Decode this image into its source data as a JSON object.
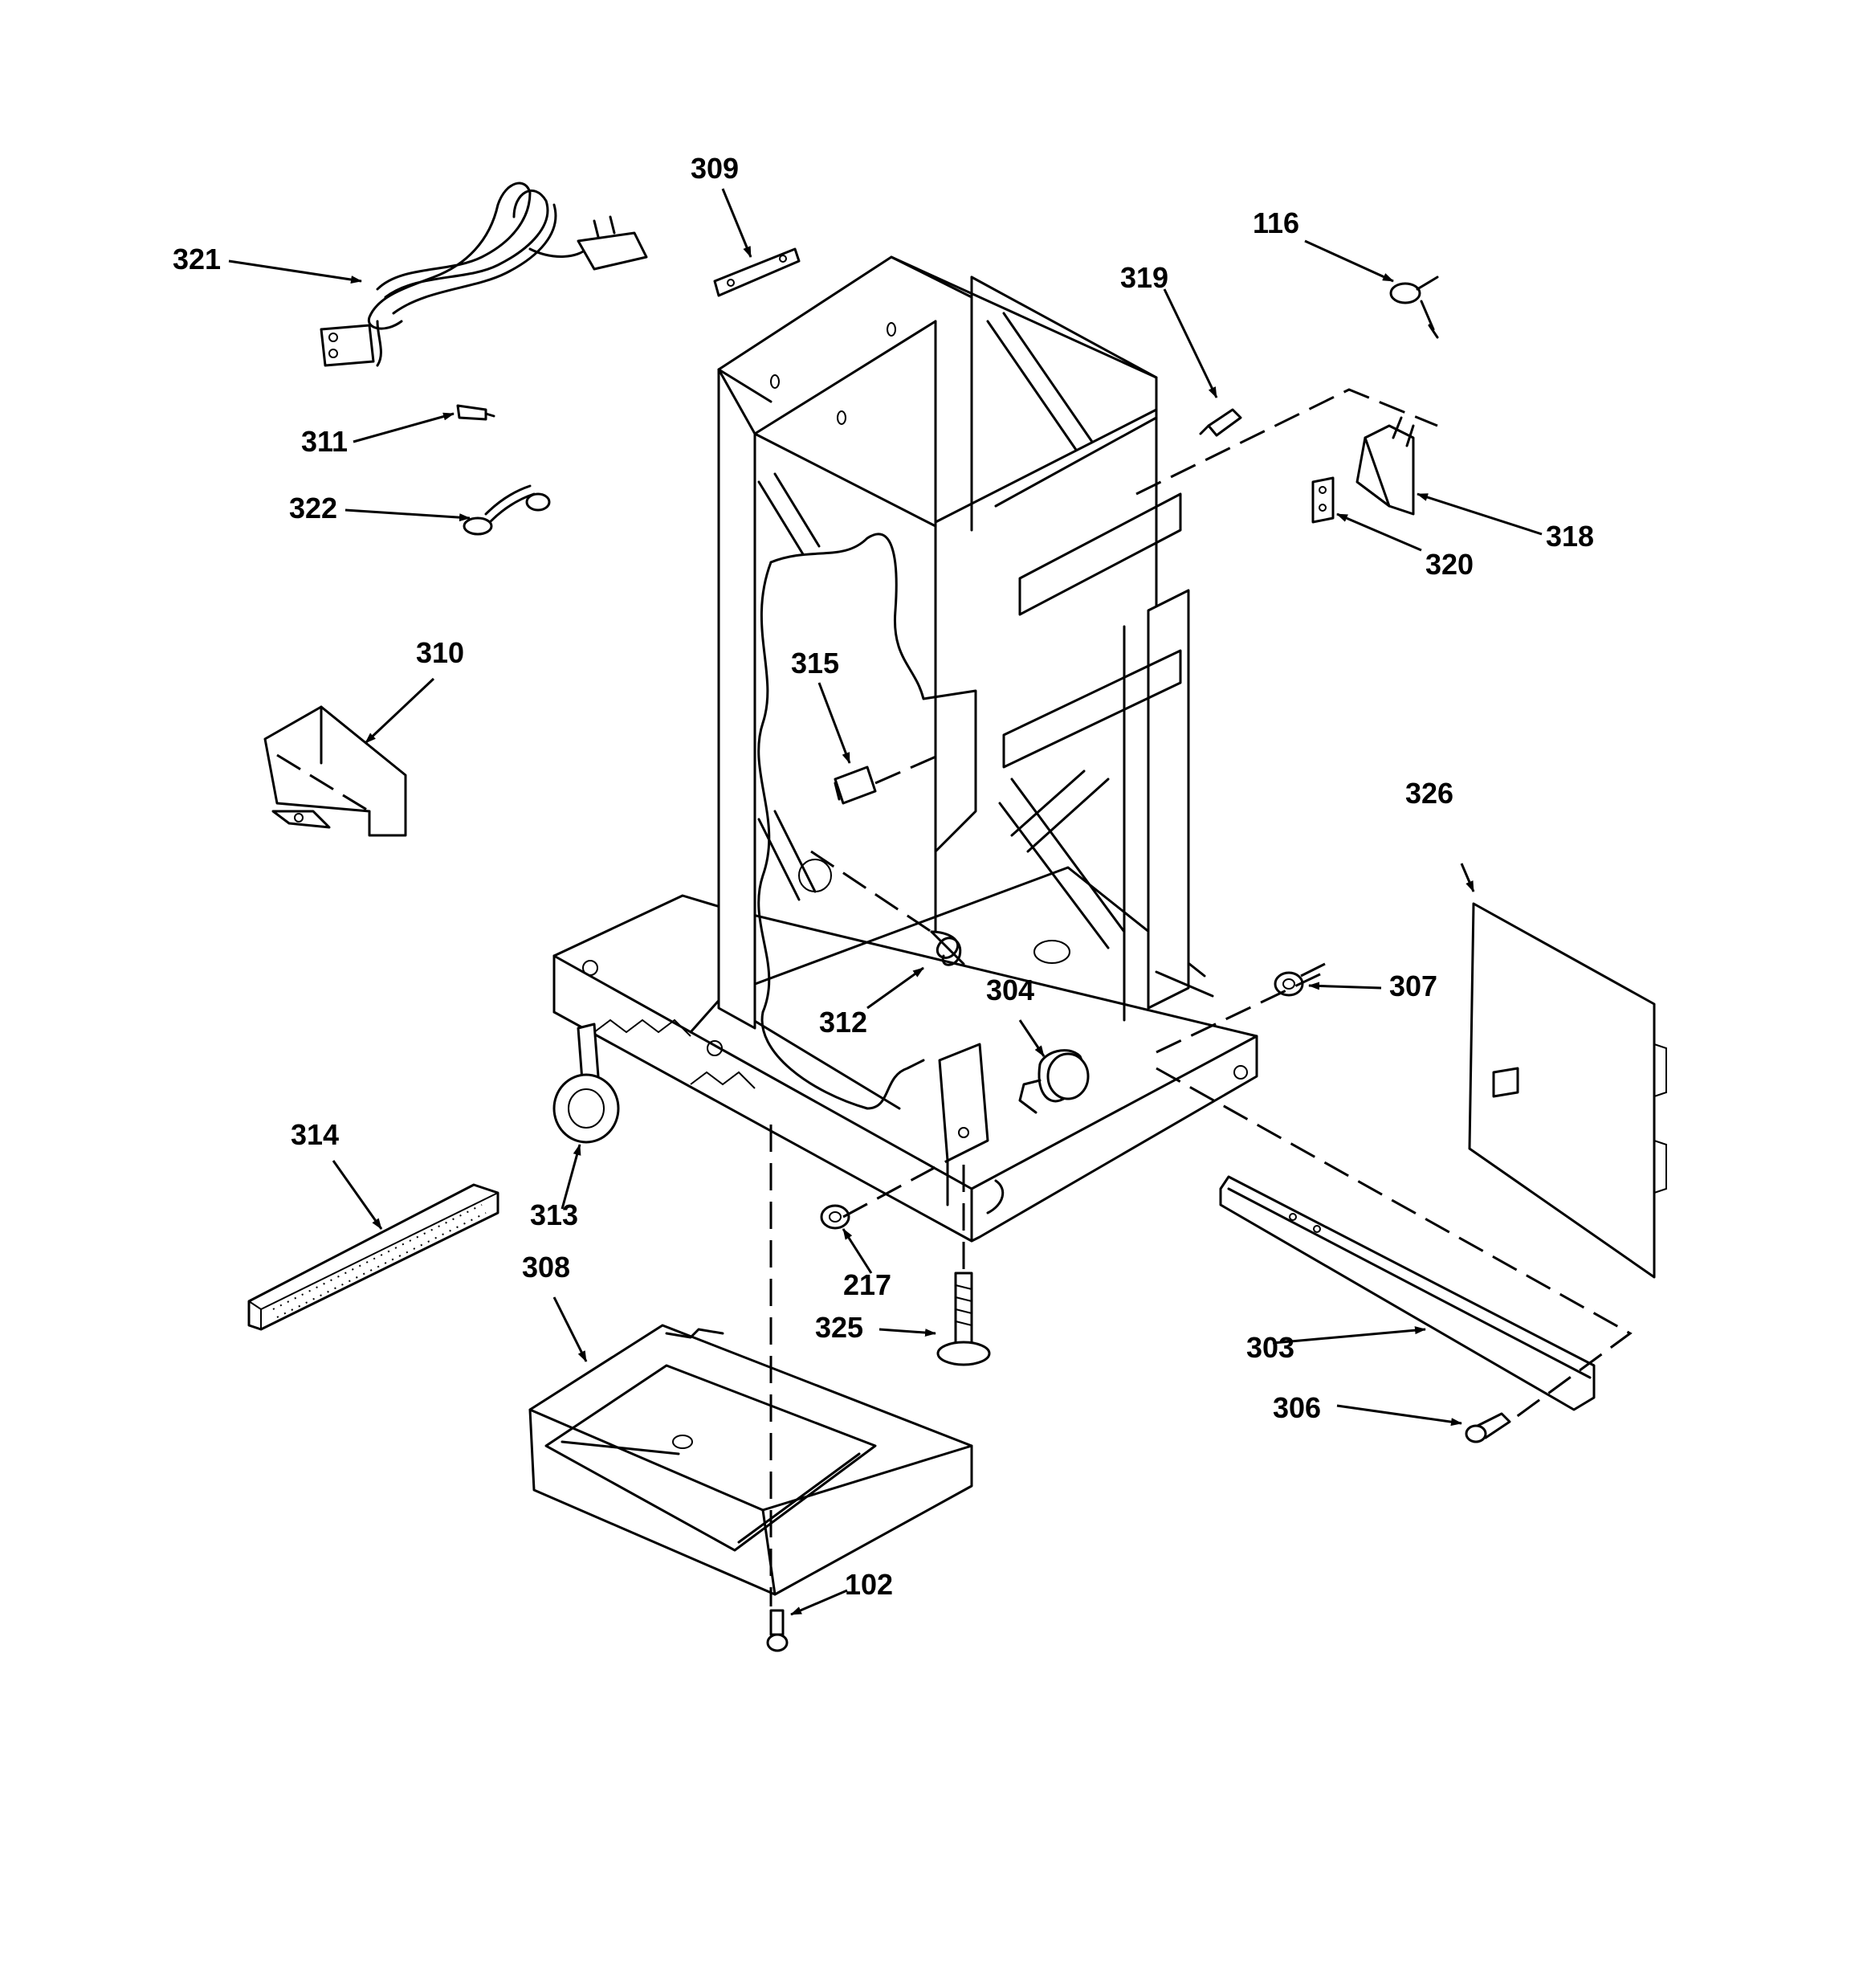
{
  "diagram": {
    "part_labels": {
      "p102": "102",
      "p116": "116",
      "p217": "217",
      "p303": "303",
      "p304": "304",
      "p306": "306",
      "p307": "307",
      "p308": "308",
      "p309": "309",
      "p310": "310",
      "p311": "311",
      "p312": "312",
      "p313": "313",
      "p314": "314",
      "p315": "315",
      "p318": "318",
      "p319": "319",
      "p320": "320",
      "p321": "321",
      "p322": "322",
      "p325": "325",
      "p326": "326"
    }
  }
}
